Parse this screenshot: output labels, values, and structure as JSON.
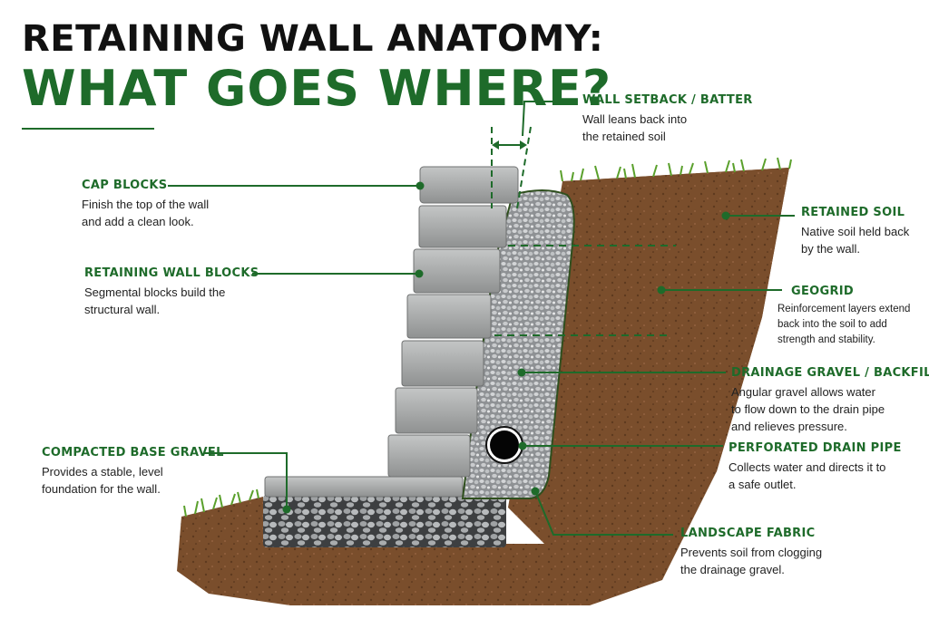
{
  "title": {
    "line1": "RETAINING WALL ANATOMY:",
    "line2": "WHAT GOES WHERE?"
  },
  "colors": {
    "accent": "#1e6b2a",
    "soil": "#7a4e2c",
    "gravel": "#b9bcbf",
    "block": "#a7a9a9",
    "grass": "#5aa02c"
  },
  "labels": {
    "setback": {
      "heading": "WALL SETBACK / BATTER",
      "text": "Wall leans back into\nthe retained soil"
    },
    "cap": {
      "heading": "CAP BLOCKS",
      "text": "Finish the top of the wall\nand add a clean look."
    },
    "blocks": {
      "heading": "RETAINING WALL BLOCKS",
      "text": "Segmental blocks build the\nstructural wall."
    },
    "base": {
      "heading": "COMPACTED BASE GRAVEL",
      "text": "Provides a stable, level\nfoundation for the wall."
    },
    "soil": {
      "heading": "RETAINED SOIL",
      "text": "Native soil held back\nby the wall."
    },
    "geogrid": {
      "heading": "GEOGRID",
      "text": "Reinforcement layers extend\nback into the soil to add\nstrength and stability."
    },
    "drainage": {
      "heading": "DRAINAGE GRAVEL / BACKFILL",
      "text": "Angular gravel allows water\nto flow down to the drain pipe\nand relieves pressure."
    },
    "pipe": {
      "heading": "PERFORATED DRAIN PIPE",
      "text": "Collects water and directs it to\na safe outlet."
    },
    "fabric": {
      "heading": "LANDSCAPE FABRIC",
      "text": "Prevents soil from clogging\nthe drainage gravel."
    }
  }
}
